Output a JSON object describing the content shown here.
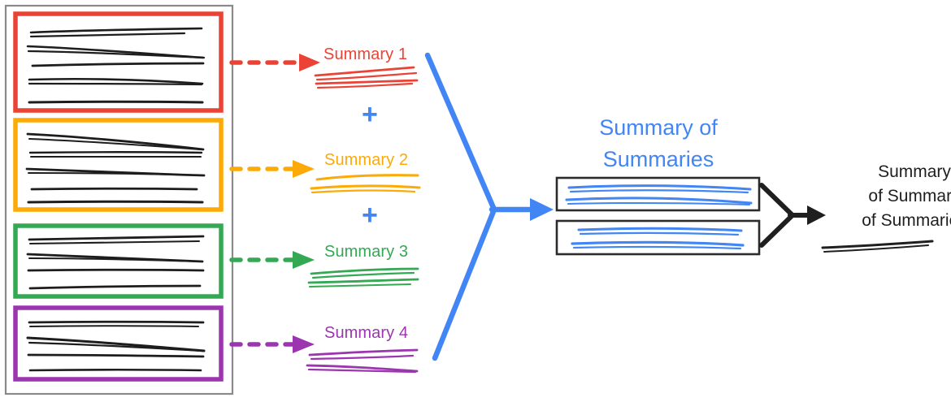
{
  "figure": {
    "title_semantics": "hierarchical-summarization-diagram",
    "background": "#ffffff"
  },
  "colors": {
    "red": "#EA4335",
    "orange": "#FBAA07",
    "green": "#34A853",
    "purple": "#9C35B0",
    "blue": "#4285F4",
    "black": "#1F1F1F",
    "gray_frame": "#8A8A8A"
  },
  "source_documents": {
    "container_name": "document-collection",
    "groups": [
      {
        "id": 1,
        "color_key": "red",
        "color": "#EA4335",
        "scribble_lines": 5
      },
      {
        "id": 2,
        "color_key": "orange",
        "color": "#FBAA07",
        "scribble_lines": 5
      },
      {
        "id": 3,
        "color_key": "green",
        "color": "#34A853",
        "scribble_lines": 4
      },
      {
        "id": 4,
        "color_key": "purple",
        "color": "#9C35B0",
        "scribble_lines": 4
      }
    ]
  },
  "summaries": [
    {
      "label": "Summary 1",
      "color": "#EA4335",
      "arrow": "dashed-arrow-right"
    },
    {
      "label": "Summary 2",
      "color": "#FBAA07",
      "arrow": "dashed-arrow-right"
    },
    {
      "label": "Summary 3",
      "color": "#34A853",
      "arrow": "dashed-arrow-right"
    },
    {
      "label": "Summary 4",
      "color": "#9C35B0",
      "arrow": "dashed-arrow-right"
    }
  ],
  "operators": [
    {
      "symbol": "+",
      "color": "#4285F4"
    },
    {
      "symbol": "+",
      "color": "#4285F4"
    },
    {
      "symbol": "+",
      "color": "#4285F4"
    }
  ],
  "summary_of_summaries": {
    "title_line_1": "Summary of",
    "title_line_2": "Summaries",
    "color": "#4285F4",
    "boxes": 2,
    "box_scribble_color": "#4285F4"
  },
  "final_output": {
    "line_1": "Summary",
    "line_2": "of Summary",
    "line_3": "of Summaries",
    "color": "#1F1F1F",
    "scribble_lines": 1
  },
  "connectors": {
    "merge_blue": "blue-converging-arrow",
    "merge_black": "black-converging-arrow"
  }
}
